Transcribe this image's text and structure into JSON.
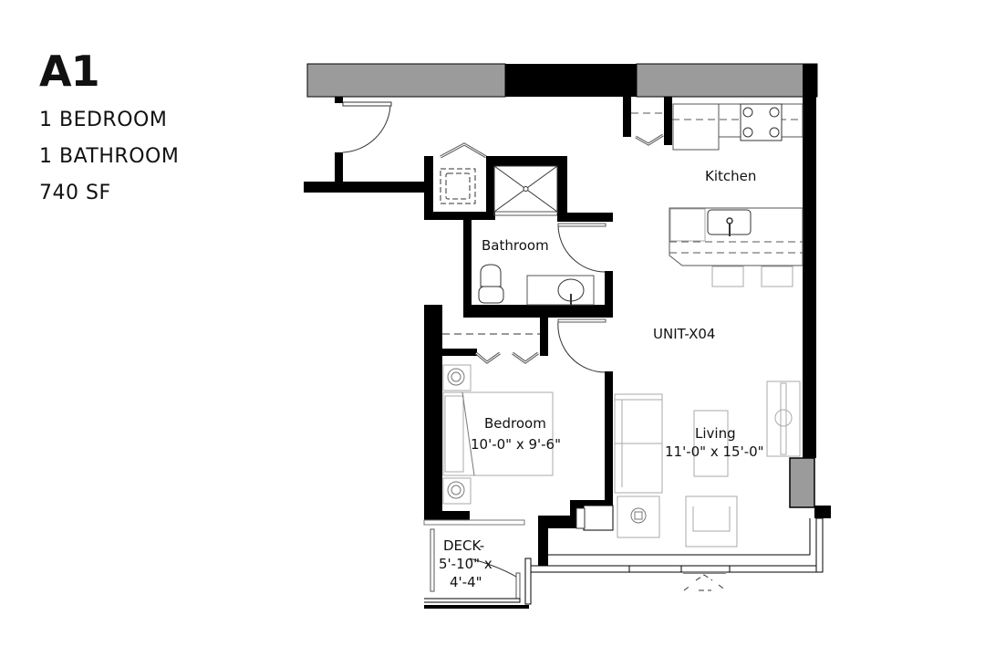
{
  "unit": {
    "name": "A1",
    "bedrooms": "1 BEDROOM",
    "bathrooms": "1 BATHROOM",
    "area": "740 SF"
  },
  "plan": {
    "unit_label": "UNIT-X04",
    "rooms": {
      "kitchen": {
        "name": "Kitchen"
      },
      "bathroom": {
        "name": "Bathroom"
      },
      "bedroom": {
        "name": "Bedroom",
        "dimensions": "10'-0\" x 9'-6\""
      },
      "living": {
        "name": "Living",
        "dimensions": "11'-0\" x 15'-0\""
      },
      "deck": {
        "name": "DECK-",
        "dimensions_line1": "5'-10\" x",
        "dimensions_line2": "4'-4\""
      }
    },
    "colors": {
      "wall": "#000000",
      "exterior_wall_gray": "#9b9b9b",
      "fixture_line": "#555555",
      "furniture_line": "#aaaaaa",
      "background": "#ffffff"
    }
  }
}
